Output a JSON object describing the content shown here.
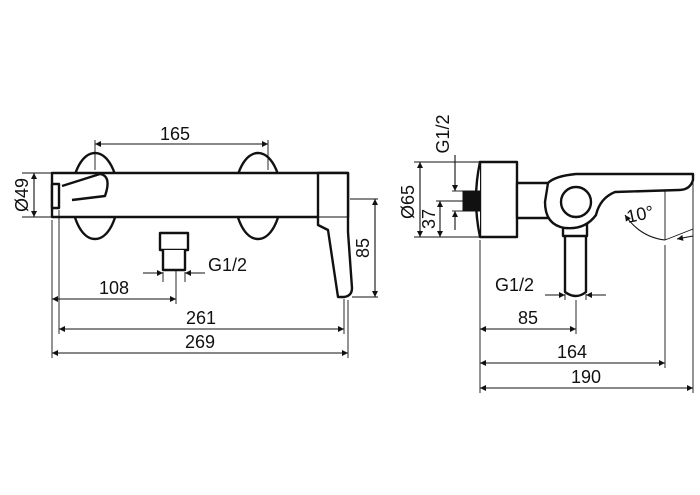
{
  "front_view": {
    "width_between_centers": "165",
    "body_diameter": "Ø49",
    "outlet_thread": "G1/2",
    "outlet_offset": "108",
    "handle_drop": "85",
    "overall_length_inner": "261",
    "overall_length": "269"
  },
  "side_view": {
    "inlet_thread": "G1/2",
    "rosette_diameter": "Ø65",
    "axis_height": "37",
    "handle_angle": "10°",
    "outlet_thread": "G1/2",
    "outlet_projection": "85",
    "handle_projection": "164",
    "overall_projection": "190"
  }
}
